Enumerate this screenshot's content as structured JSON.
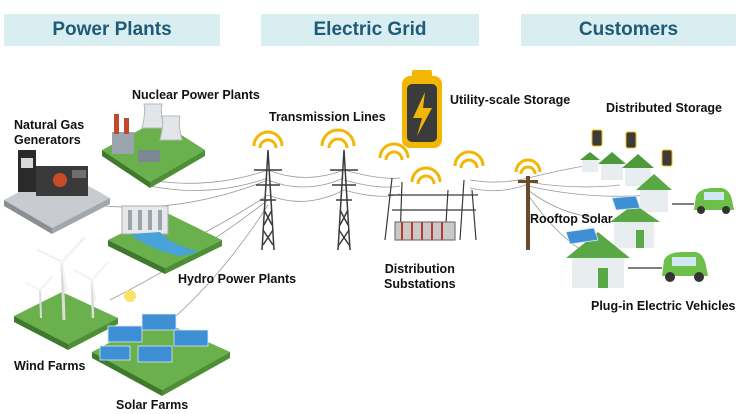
{
  "headers": {
    "power_plants": "Power Plants",
    "electric_grid": "Electric Grid",
    "customers": "Customers"
  },
  "labels": {
    "nuclear": "Nuclear Power Plants",
    "natural_gas": "Natural Gas\nGenerators",
    "transmission": "Transmission Lines",
    "utility_storage": "Utility-scale Storage",
    "distributed_storage": "Distributed Storage",
    "hydro": "Hydro Power Plants",
    "distribution": "Distribution\nSubstations",
    "rooftop_solar": "Rooftop Solar",
    "ev": "Plug-in Electric Vehicles",
    "wind": "Wind Farms",
    "solar": "Solar Farms"
  },
  "colors": {
    "header_bg": "#d9eef0",
    "header_text": "#1f5a78",
    "grass": "#6ab04c",
    "signal": "#f2b705",
    "house": "#5aa845",
    "car": "#6cc04a"
  }
}
